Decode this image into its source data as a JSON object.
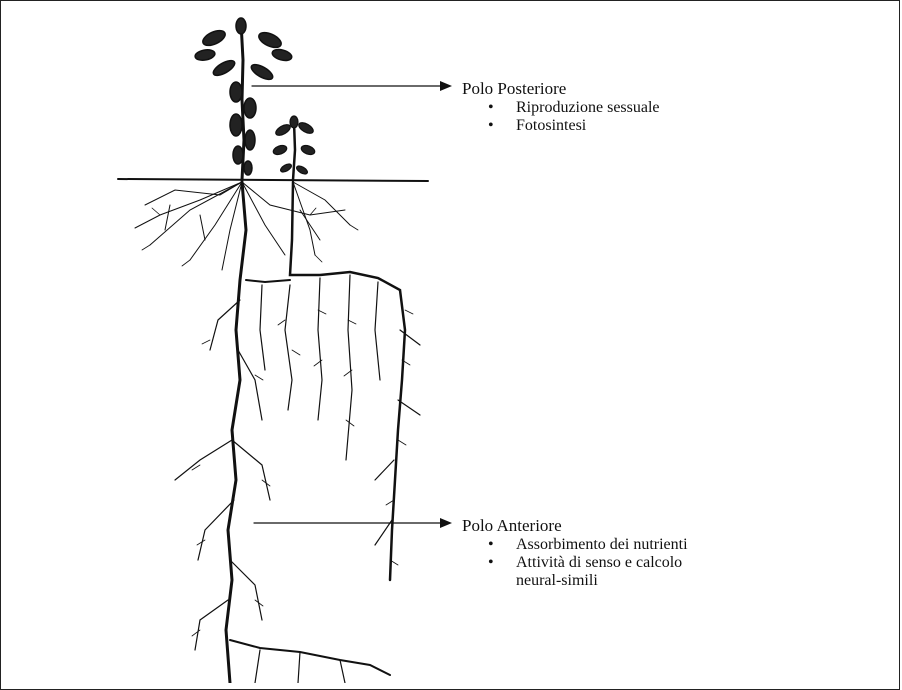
{
  "diagram": {
    "posterior_pole": {
      "title": "Polo Posteriore",
      "items": [
        "Riproduzione sessuale",
        "Fotosintesi"
      ]
    },
    "anterior_pole": {
      "title": "Polo Anteriore",
      "items": [
        "Assorbimento dei nutrienti",
        "Attività di senso e calcolo",
        "neural-simili"
      ]
    },
    "colors": {
      "ink": "#111111",
      "background": "#ffffff"
    },
    "illustration": "plant-with-root-system"
  }
}
